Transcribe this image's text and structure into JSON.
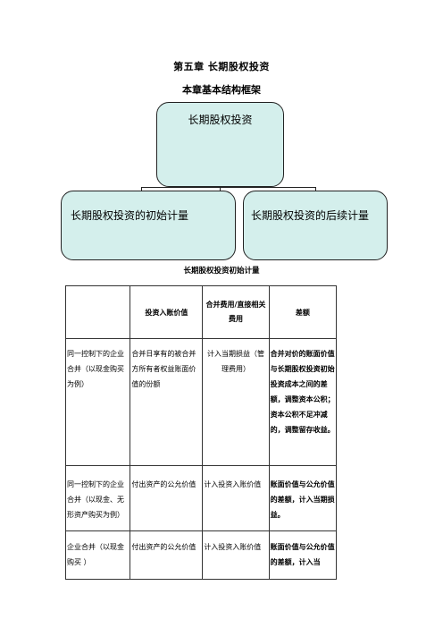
{
  "title": "第五章  长期股权投资",
  "subtitle": "本章基本结构框架",
  "diagram": {
    "root": "长期股权投资",
    "left_child": "长期股权投资的初始计量",
    "right_child": "长期股权投资的后续计量"
  },
  "table_caption": "长期股权投资初始计量",
  "table": {
    "headers": [
      "",
      "投资入账价值",
      "合并费用/直接相关费用",
      "差额"
    ],
    "rows": [
      [
        "同一控制下的企业合并（以现金购买为例）",
        "合并日享有的被合并方所有者权益账面价值的份额",
        "计入当期损益（管理费用）",
        "合并对价的账面价值与长期股权投资初始投资成本之间的差额，调整资本公积；资本公积不足冲减的，调整留存收益。"
      ],
      [
        "同一控制下的企业合并（以现金、无形资产购买为例）",
        "付出资产的公允价值",
        "计入投资入账价值",
        "账面价值与公允价值的差额，计入当期损益。"
      ],
      [
        "企业合并（以现金购买 ）",
        "付出资产的公允价值",
        "计入投资入账价值",
        "账面价值与公允价值的差额，计入当"
      ]
    ]
  }
}
